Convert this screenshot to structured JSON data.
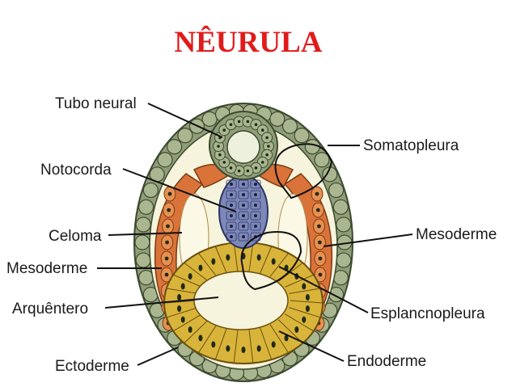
{
  "title": "NÊURULA",
  "labels": {
    "tubo_neural": "Tubo neural",
    "notocorda": "Notocorda",
    "celoma": "Celoma",
    "mesoderme_left": "Mesoderme",
    "arquentero": "Arquêntero",
    "ectoderme": "Ectoderme",
    "somatopleura": "Somatopleura",
    "mesoderme_right": "Mesoderme",
    "esplancnopleura": "Esplancnopleura",
    "endoderme": "Endoderme"
  },
  "colors": {
    "title": "#e01b1b",
    "ectoderm": "#8f9e78",
    "ectoderm_cell": "#a9b68f",
    "mesoderm": "#d9733a",
    "mesoderm_cell": "#e8904f",
    "endoderm": "#d9b43a",
    "endoderm_cell": "#e9c94c",
    "notochord": "#7d88b8",
    "cavity": "#f6f4dc",
    "nucleus": "#1f2a1a"
  }
}
